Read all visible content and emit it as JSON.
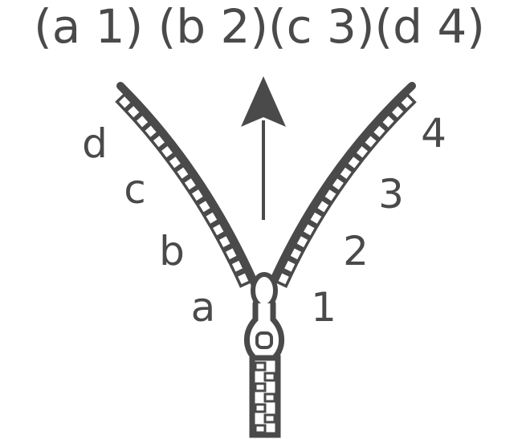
{
  "title": "(a 1) (b 2)(c 3)(d 4)",
  "left_labels": [
    "a",
    "b",
    "c",
    "d"
  ],
  "right_labels": [
    "1",
    "2",
    "3",
    "4"
  ],
  "colors": {
    "ink": "#4a4a4a",
    "background": "#ffffff"
  },
  "icons": {
    "zipper": "zipper-icon",
    "arrow": "up-arrow-icon"
  }
}
